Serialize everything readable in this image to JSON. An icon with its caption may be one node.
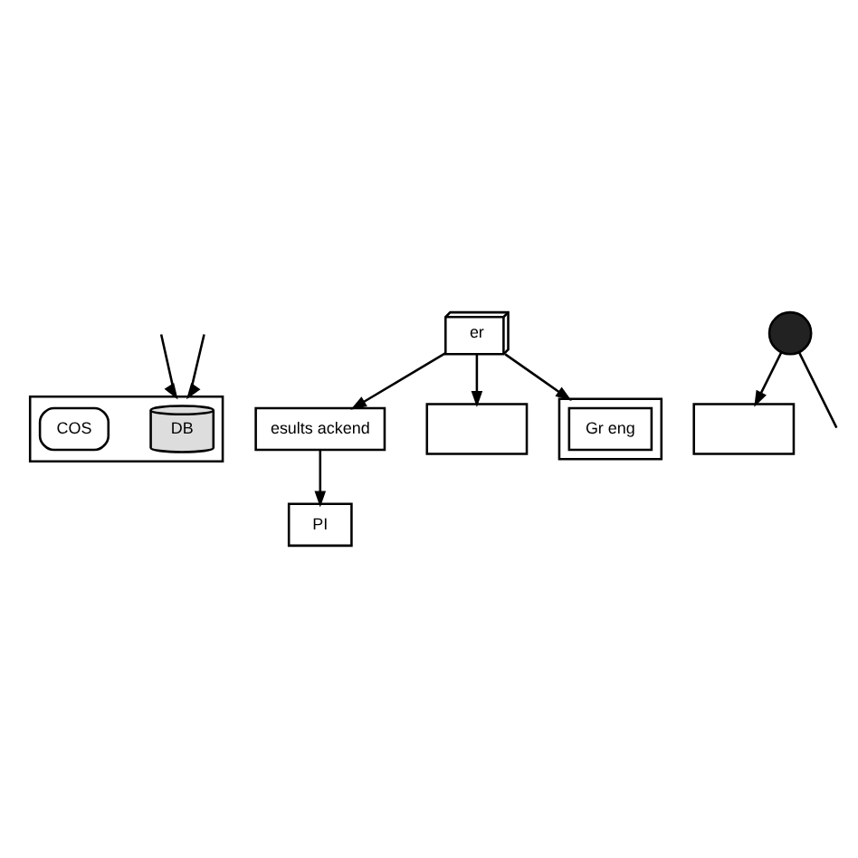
{
  "diagram": {
    "nodes": [
      {
        "text": [],
        "shape": "box"
      },
      {
        "text": [
          "DB"
        ],
        "in": 0
      },
      {
        "text": [
          "COS"
        ],
        "in": 0
      },
      {
        "text": [
          "er"
        ]
      },
      {
        "text": [
          "esults ackend"
        ]
      },
      {
        "text": [
          "PI"
        ]
      },
      {
        "text": [],
        "shape": "box"
      },
      {
        "text": [],
        "shape": "box"
      },
      {
        "text": [
          "Gr eng"
        ],
        "in": 7
      },
      {
        "text": [],
        "shape": "box"
      },
      {
        "text": [],
        "shape": "person"
      }
    ],
    "edges": [
      {
        "from": null,
        "to": 0,
        "arrow": "to"
      },
      {
        "from": null,
        "to": 0,
        "arrow": "to"
      },
      {
        "from": 3,
        "to": 4,
        "arrow": "to"
      },
      {
        "from": 4,
        "to": 5,
        "arrow": "to"
      },
      {
        "from": 3,
        "to": 6,
        "arrow": "to"
      },
      {
        "from": 3,
        "to": 7,
        "arrow": "to"
      },
      {
        "from": 10,
        "to": 9,
        "arrow": "to"
      },
      {
        "from": 10,
        "to": null,
        "arrow": "none"
      }
    ]
  }
}
